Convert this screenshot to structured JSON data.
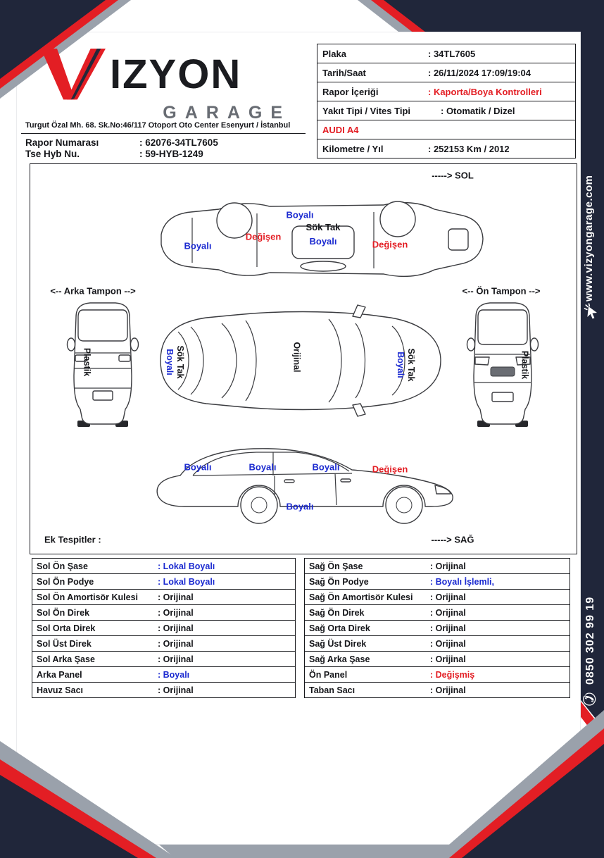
{
  "colors": {
    "brand_red": "#e31e24",
    "label_blue": "#1b2ad0",
    "navy": "#20263a",
    "stripe_gray": "#9aa1ab"
  },
  "sidebar": {
    "website": "www.vizyongarage.com",
    "phone": "0850 302 99 19"
  },
  "header": {
    "logo_name": "IZYON",
    "logo_sub": "GARAGE",
    "address": "Turgut Özal Mh. 68. Sk.No:46/117 Otoport Oto Center Esenyurt / İstanbul",
    "rapor_label": "Rapor Numarası",
    "rapor_value": ": 62076-34TL7605",
    "tse_label": "Tse Hyb Nu.",
    "tse_value": ": 59-HYB-1249"
  },
  "info": {
    "rows": [
      {
        "label": "Plaka",
        "value": ": 34TL7605"
      },
      {
        "label": "Tarih/Saat",
        "value": ": 26/11/2024  17:09/19:04"
      },
      {
        "label": "Rapor İçeriği",
        "value": ": Kaporta/Boya Kontrolleri",
        "vs": "color:#e31e24"
      },
      {
        "label": "Yakıt Tipi / Vites Tipi",
        "value": ":  Otomatik  / Dizel"
      },
      {
        "label": "AUDI A4",
        "value": "",
        "ls": "color:#e31e24"
      },
      {
        "label": "Kilometre / Yıl",
        "value": ": 252153 Km / 2012"
      }
    ]
  },
  "diagram": {
    "sol": "-----> SOL",
    "sag": "-----> SAĞ",
    "arka_tampon": "<-- Arka Tampon -->",
    "on_tampon": "<-- Ön Tampon -->",
    "ek_tespitler": "Ek Tespitler :",
    "ann": {
      "t1": "Boyalı",
      "t2": "Değişen",
      "t3": "Sök Tak",
      "t4": "Boyalı",
      "t5": "Boyalı",
      "t6": "Değişen",
      "plastik_left": "Plastik",
      "mid_left_top": "Sök Tak",
      "mid_left_bottom": "Boyalı",
      "orijinal": "Orijinal",
      "mid_right_top": "Sök Tak",
      "mid_right_bottom": "Boyalı",
      "plastik_right": "Plastik",
      "b1": "Boyalı",
      "b2": "Boyalı",
      "b3": "Boyalı",
      "b4": "Değişen",
      "b5": "Boyalı"
    }
  },
  "left_table": {
    "rows": [
      {
        "label": "Sol Ön Şase",
        "value": ": Lokal Boyalı",
        "style": "color:#1b2ad0"
      },
      {
        "label": "Sol Ön Podye",
        "value": ": Lokal Boyalı",
        "style": "color:#1b2ad0"
      },
      {
        "label": "Sol Ön Amortisör Kulesi",
        "value": ": Orijinal"
      },
      {
        "label": "Sol Ön Direk",
        "value": ": Orijinal"
      },
      {
        "label": "Sol Orta Direk",
        "value": ": Orijinal"
      },
      {
        "label": "Sol Üst Direk",
        "value": ": Orijinal"
      },
      {
        "label": "Sol Arka Şase",
        "value": ": Orijinal"
      },
      {
        "label": "Arka Panel",
        "value": ": Boyalı",
        "style": "color:#1b2ad0"
      },
      {
        "label": "Havuz Sacı",
        "value": ": Orijinal"
      }
    ]
  },
  "right_table": {
    "rows": [
      {
        "label": "Sağ Ön Şase",
        "value": ": Orijinal"
      },
      {
        "label": "Sağ Ön Podye",
        "value": ": Boyalı İşlemli,",
        "style": "color:#1b2ad0"
      },
      {
        "label": "Sağ Ön Amortisör Kulesi",
        "value": ": Orijinal"
      },
      {
        "label": "Sağ Ön Direk",
        "value": ": Orijinal"
      },
      {
        "label": "Sağ Orta Direk",
        "value": ": Orijinal"
      },
      {
        "label": "Sağ Üst Direk",
        "value": ": Orijinal"
      },
      {
        "label": "Sağ Arka Şase",
        "value": ": Orijinal"
      },
      {
        "label": "Ön Panel",
        "value": ": Değişmiş",
        "style": "color:#e31e24"
      },
      {
        "label": "Taban Sacı",
        "value": ": Orijinal"
      }
    ]
  }
}
